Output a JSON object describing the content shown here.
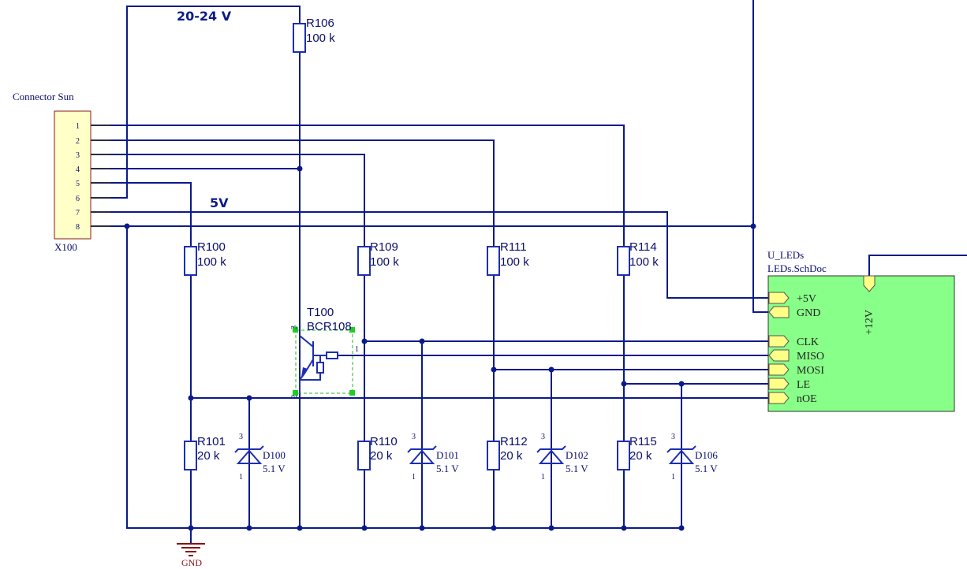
{
  "connector": {
    "title": "Connector Sun",
    "designator": "X100",
    "pins": [
      "1",
      "2",
      "3",
      "4",
      "5",
      "6",
      "7",
      "8"
    ]
  },
  "nets": {
    "supply_high": "20-24 V",
    "supply_5v": "5V"
  },
  "resistors": [
    {
      "ref": "R106",
      "value": "100 k"
    },
    {
      "ref": "R100",
      "value": "100 k"
    },
    {
      "ref": "R109",
      "value": "100 k"
    },
    {
      "ref": "R111",
      "value": "100 k"
    },
    {
      "ref": "R114",
      "value": "100 k"
    },
    {
      "ref": "R101",
      "value": "20 k"
    },
    {
      "ref": "R110",
      "value": "20 k"
    },
    {
      "ref": "R112",
      "value": "20 k"
    },
    {
      "ref": "R115",
      "value": "20 k"
    }
  ],
  "diodes": [
    {
      "ref": "D100",
      "value": "5.1 V",
      "pin_top": "3",
      "pin_bottom": "1"
    },
    {
      "ref": "D101",
      "value": "5.1 V",
      "pin_top": "3",
      "pin_bottom": "1"
    },
    {
      "ref": "D102",
      "value": "5.1 V",
      "pin_top": "3",
      "pin_bottom": "1"
    },
    {
      "ref": "D106",
      "value": "5.1 V",
      "pin_top": "3",
      "pin_bottom": "1"
    }
  ],
  "transistor": {
    "ref": "T100",
    "part": "BCR108",
    "pin_collector": "3",
    "pin_base": "1",
    "pin_emitter": "2"
  },
  "sheet": {
    "name": "U_LEDs",
    "file": "LEDs.SchDoc",
    "ports": [
      "+5V",
      "GND",
      "CLK",
      "MISO",
      "MOSI",
      "LE",
      "nOE"
    ],
    "top_port": "+12V",
    "fill_color": "#88ff88"
  },
  "ground": {
    "label": "GND"
  },
  "colors": {
    "wire": "#0a1a8a",
    "ground": "#8a1010",
    "port_fill": "#ffff88",
    "sheet_fill": "#88ff88"
  }
}
